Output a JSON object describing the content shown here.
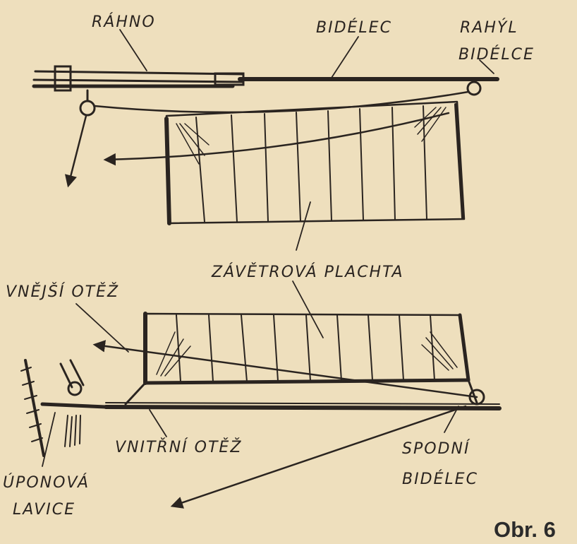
{
  "labels": {
    "rahno": "RÁHNO",
    "bidelec": "BIDÉLEC",
    "rahyl_bidelce_1": "RAHÝL",
    "rahyl_bidelce_2": "BIDÉLCE",
    "zavetrova_plachta": "ZÁVĚTROVÁ PLACHTA",
    "vnejsi_otez": "VNĚJŠÍ OTĚŽ",
    "vnitrni_otez": "VNITŘNÍ OTĚŽ",
    "spodni_bidelec_1": "SPODNÍ",
    "spodni_bidelec_2": "BIDÉLEC",
    "uponova_lavice_1": "ÚPONOVÁ",
    "uponova_lavice_2": "LAVICE"
  },
  "caption": "Obr. 6",
  "colors": {
    "paper": "#eedfbd",
    "ink": "#2a2420",
    "caption": "#2b2b2b"
  }
}
